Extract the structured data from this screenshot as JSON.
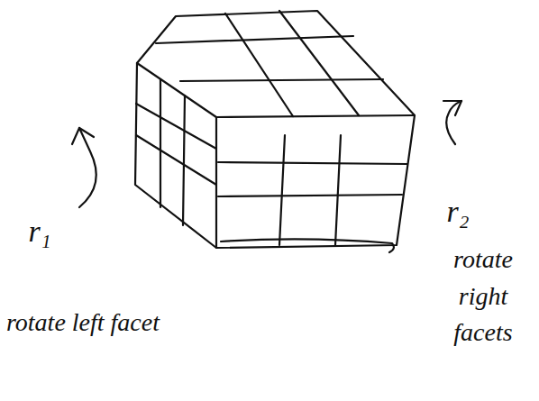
{
  "diagram": {
    "labels": [
      "r₁",
      "rotate left facet",
      "r₂",
      "rotate right facets"
    ]
  }
}
